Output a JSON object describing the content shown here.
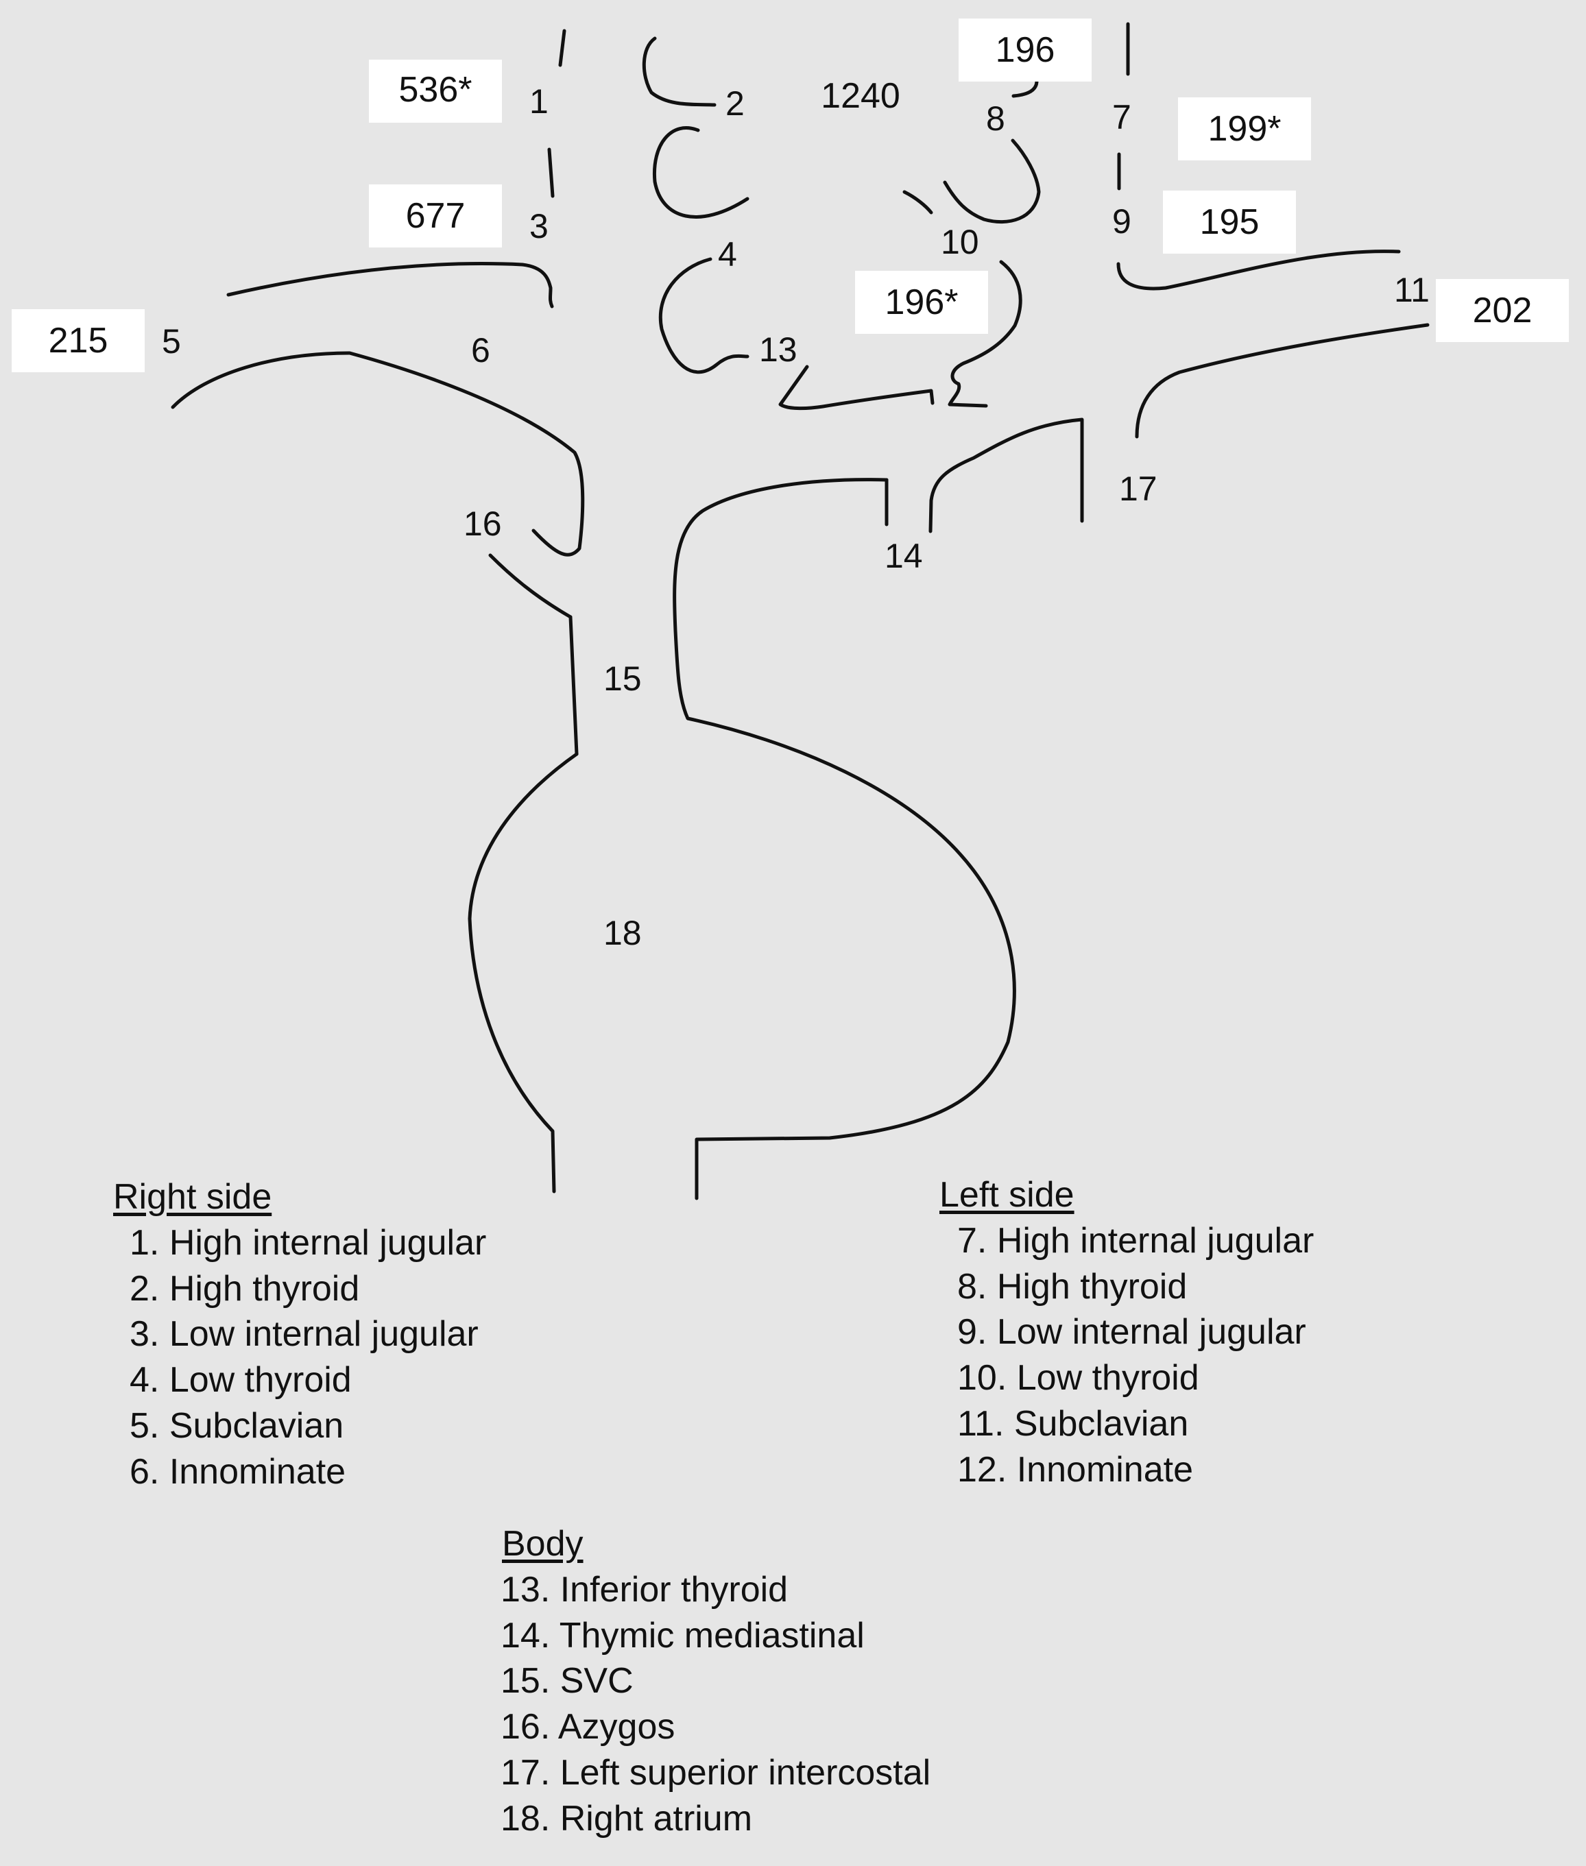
{
  "vessel_labels": {
    "v1": "1",
    "v2": "2",
    "v3": "3",
    "v4": "4",
    "v5": "5",
    "v6": "6",
    "v7": "7",
    "v8": "8",
    "v9": "9",
    "v10": "10",
    "v11": "11",
    "v13": "13",
    "v14": "14",
    "v15": "15",
    "v16": "16",
    "v17": "17",
    "v18": "18"
  },
  "values": {
    "right_high_internal_jugular": "536*",
    "right_low_internal_jugular": "677",
    "right_subclavian": "215",
    "high_thyroid_plain": "1240",
    "left_high_thyroid": "196",
    "left_high_internal_jugular": "199*",
    "left_low_internal_jugular": "195",
    "left_low_thyroid": "196*",
    "left_subclavian": "202"
  },
  "legend": {
    "right_side": {
      "heading": "Right side",
      "items": [
        "1. High internal jugular",
        "2. High thyroid",
        "3. Low internal jugular",
        "4. Low thyroid",
        "5. Subclavian",
        "6. Innominate"
      ]
    },
    "left_side": {
      "heading": "Left side",
      "items": [
        "7. High internal jugular",
        "8. High thyroid",
        "9. Low internal jugular",
        "10. Low thyroid",
        "11. Subclavian",
        "12. Innominate"
      ]
    },
    "body": {
      "heading": "Body",
      "items": [
        "13. Inferior thyroid",
        "14. Thymic mediastinal",
        "15. SVC",
        "16. Azygos",
        "17. Left superior intercostal",
        "18. Right atrium"
      ]
    }
  }
}
